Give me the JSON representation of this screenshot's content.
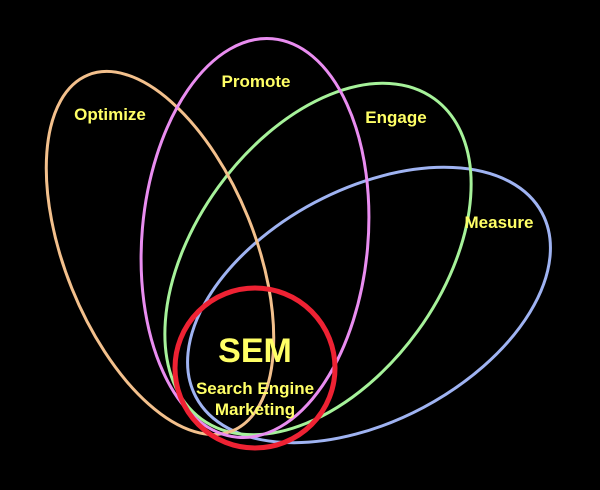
{
  "colors": {
    "background": "#000000",
    "text": "#ffff66",
    "optimize": "#f3c08c",
    "promote": "#e98df0",
    "engage": "#a6f29a",
    "measure": "#9fb3f2",
    "center": "#ee2233"
  },
  "petals": [
    {
      "id": "optimize",
      "label": "Optimize"
    },
    {
      "id": "promote",
      "label": "Promote"
    },
    {
      "id": "engage",
      "label": "Engage"
    },
    {
      "id": "measure",
      "label": "Measure"
    }
  ],
  "center": {
    "title": "SEM",
    "subtitle_line1": "Search Engine",
    "subtitle_line2": "Marketing"
  }
}
